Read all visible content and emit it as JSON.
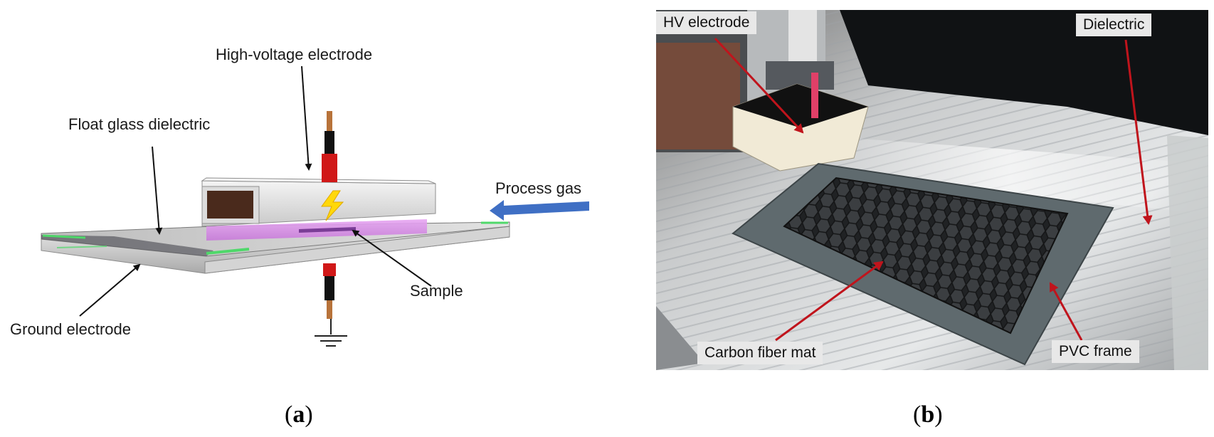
{
  "panel_a": {
    "label_hv": "High-voltage electrode",
    "label_glass": "Float glass dielectric",
    "label_gas": "Process gas",
    "label_sample": "Sample",
    "label_ground": "Ground electrode",
    "caption_letter": "a"
  },
  "panel_b": {
    "tag_hv": "HV electrode",
    "tag_dielectric": "Dielectric",
    "tag_mat": "Carbon fiber mat",
    "tag_frame": "PVC frame",
    "caption_letter": "b"
  },
  "colors": {
    "arrow_red": "#c0141c",
    "gas_arrow": "#3f6fc4",
    "plasma": "#d58be8",
    "electrode_red": "#d01818",
    "copper": "#b8733a",
    "glass_edge": "#4fd86a"
  }
}
